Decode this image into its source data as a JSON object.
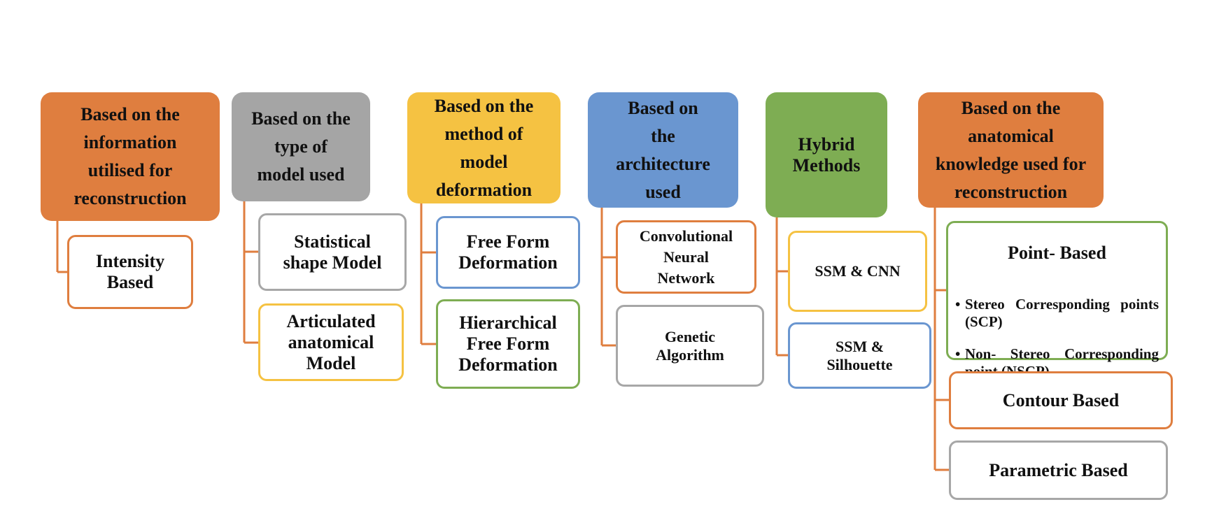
{
  "categories": [
    {
      "id": "information",
      "title": "Based on the\ninformation\nutilised for\nreconstruction",
      "color": "#df7e3f",
      "children": [
        {
          "label": "Intensity\nBased",
          "color": "#df7e3f"
        }
      ]
    },
    {
      "id": "model-type",
      "title": "Based on the\ntype of\nmodel used",
      "color": "#a5a5a5",
      "children": [
        {
          "label": "Statistical\nshape Model",
          "color": "#a7a7a7"
        },
        {
          "label": "Articulated\nanatomical\nModel",
          "color": "#f5c242"
        }
      ]
    },
    {
      "id": "deformation",
      "title": "Based on the\nmethod of\nmodel\ndeformation",
      "color": "#f5c242",
      "children": [
        {
          "label": "Free Form\nDeformation",
          "color": "#6a96d0"
        },
        {
          "label": "Hierarchical\nFree Form\nDeformation",
          "color": "#7ead53"
        }
      ]
    },
    {
      "id": "architecture",
      "title": "Based on\nthe\narchitecture\nused",
      "color": "#6a96d0",
      "children": [
        {
          "label": "Convolutional\nNeural\nNetwork",
          "color": "#df7e3f"
        },
        {
          "label": "Genetic\nAlgorithm",
          "color": "#a7a7a7"
        }
      ]
    },
    {
      "id": "hybrid",
      "title": "Hybrid\nMethods",
      "color": "#7ead53",
      "children": [
        {
          "label": "SSM & CNN",
          "color": "#f5c242"
        },
        {
          "label": "SSM &\nSilhouette",
          "color": "#6a96d0"
        }
      ]
    },
    {
      "id": "anatomical",
      "title": "Based on the\nanatomical\nknowledge used for\nreconstruction",
      "color": "#df7e3f",
      "children": [
        {
          "label": "Point- Based",
          "color": "#7ead53",
          "bullets": [
            "Stereo Corresponding points (SCP)",
            "Non- Stereo Corresponding point (NSCP)"
          ]
        },
        {
          "label": "Contour Based",
          "color": "#df7e3f"
        },
        {
          "label": "Parametric Based",
          "color": "#a7a7a7"
        }
      ]
    }
  ],
  "connector_color": "#df7e3f"
}
